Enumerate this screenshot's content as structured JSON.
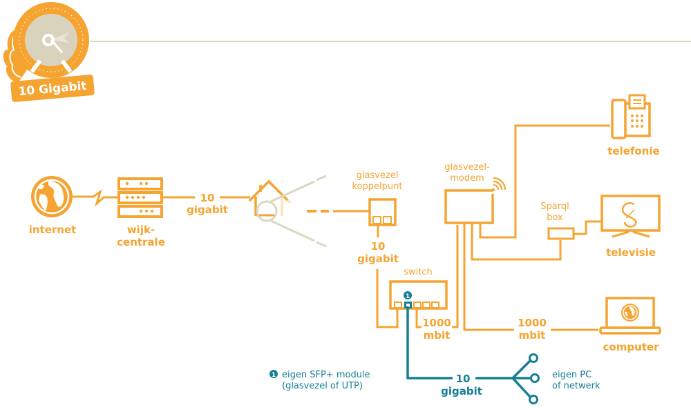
{
  "colors": {
    "orange": "#f5a431",
    "teal": "#157f93",
    "beige": "#dcd7c3",
    "beige_light": "#e6e1cc",
    "gauge_face": "#d9d3bd",
    "white": "#ffffff"
  },
  "badge": {
    "label": "10 Gigabit",
    "icon": "speedometer-icon"
  },
  "nodes": {
    "internet": {
      "label": "internet",
      "icon": "globe-icon"
    },
    "wijkcentrale": {
      "label_line1": "wijk-",
      "label_line2": "centrale",
      "icon": "server-rack-icon"
    },
    "home": {
      "icon": "house-icon"
    },
    "koppelpunt": {
      "label_line1": "glasvezel",
      "label_line2": "koppelpunt",
      "icon": "fiber-outlet-icon"
    },
    "modem": {
      "label_line1": "glasvezel-",
      "label_line2": "modem",
      "icon": "wifi-icon"
    },
    "switch": {
      "label": "switch",
      "marker": "1"
    },
    "telefonie": {
      "label": "telefonie",
      "icon": "phone-icon"
    },
    "sparql_box": {
      "label_line1": "Sparql",
      "label_line2": "box"
    },
    "televisie": {
      "label": "televisie",
      "icon": "tv-icon"
    },
    "computer": {
      "label": "computer",
      "icon": "laptop-icon"
    },
    "eigen_pc": {
      "label_line1": "eigen PC",
      "label_line2": "of netwerk",
      "icon": "network-branch-icon"
    }
  },
  "links": {
    "wijk_to_home": {
      "line1": "10",
      "line2": "gigabit"
    },
    "koppelpunt_to_switch": {
      "line1": "10",
      "line2": "gigabit"
    },
    "switch_to_modem": {
      "line1": "1000",
      "line2": "mbit"
    },
    "modem_to_computer": {
      "line1": "1000",
      "line2": "mbit"
    },
    "switch_to_eigen_pc": {
      "line1": "10",
      "line2": "gigabit"
    }
  },
  "footnote": {
    "marker": "1",
    "line1": "eigen SFP+ module",
    "line2": "(glasvezel of UTP)"
  }
}
